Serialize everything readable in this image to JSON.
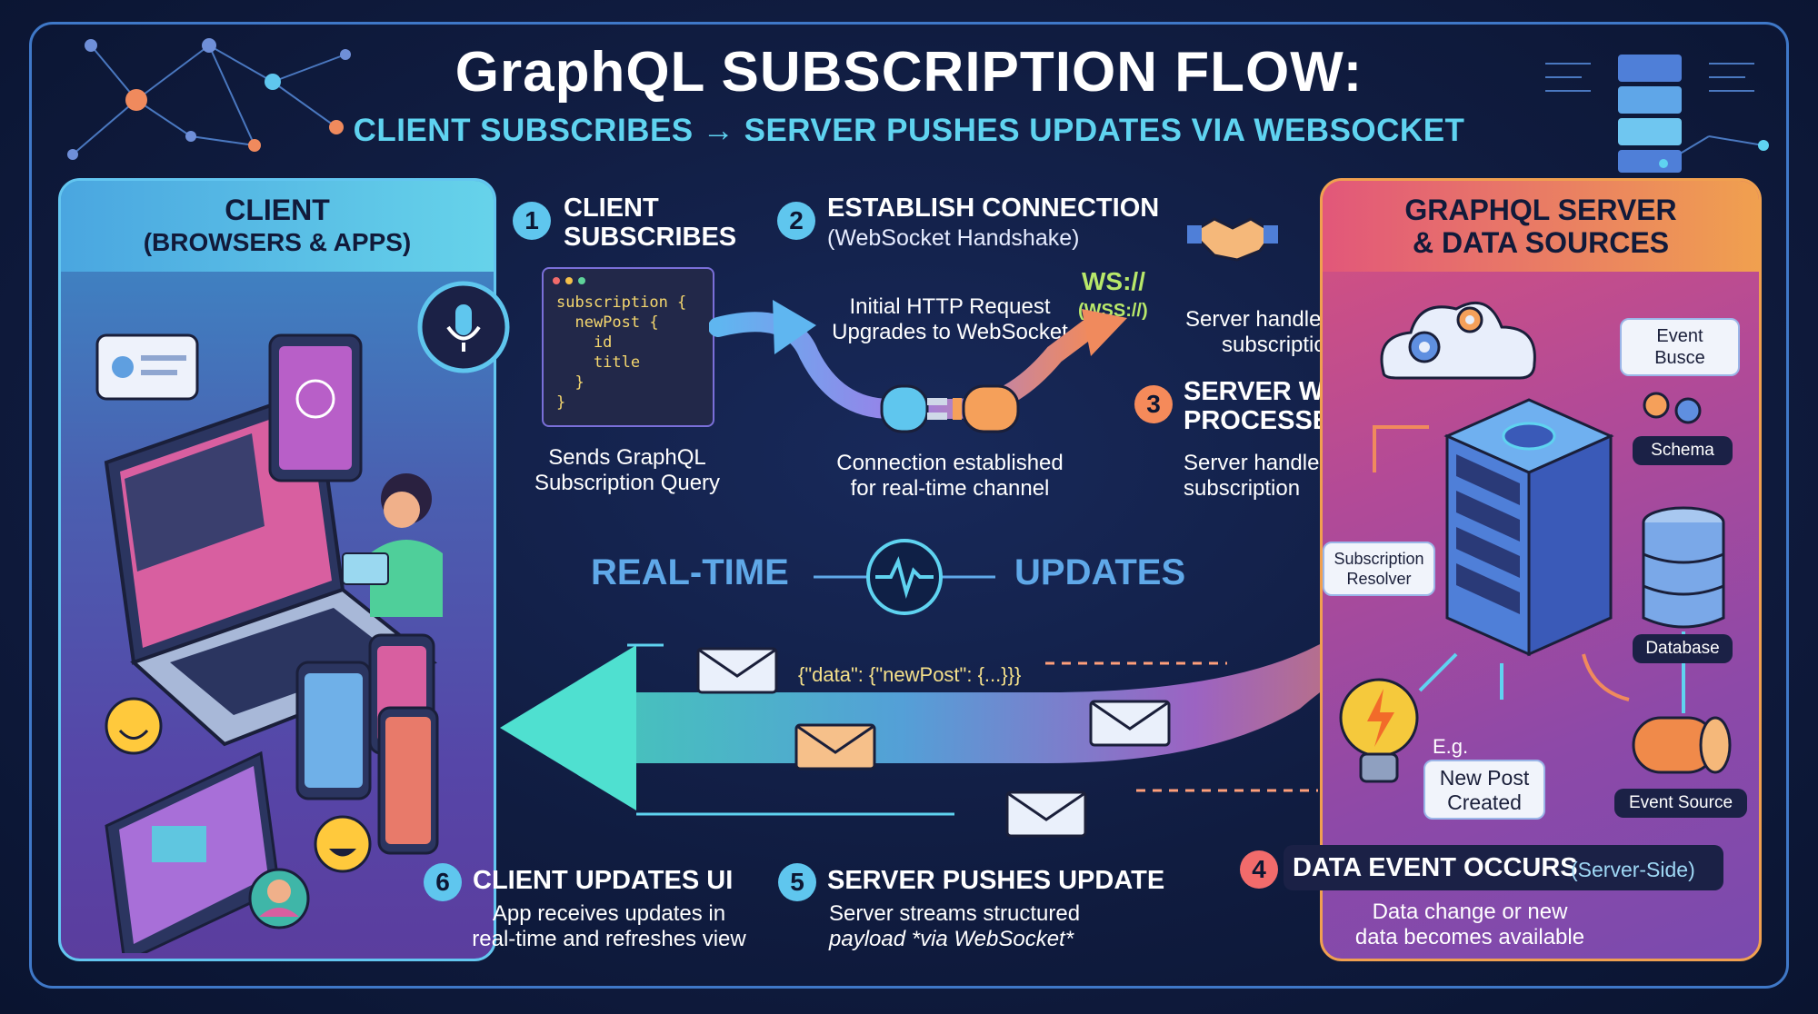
{
  "title": "GraphQL SUBSCRIPTION FLOW:",
  "subtitle": "CLIENT SUBSCRIBES → SERVER PUSHES UPDATES VIA WEBSOCKET",
  "client_panel": {
    "line1": "CLIENT",
    "line2": "(BROWSERS & APPS)"
  },
  "server_panel": {
    "line1": "GRAPHQL SERVER",
    "line2": "& DATA SOURCES"
  },
  "steps": {
    "s1": {
      "num": "1",
      "title1": "CLIENT",
      "title2": "SUBSCRIBES",
      "desc1": "Sends GraphQL",
      "desc2": "Subscription Query"
    },
    "s2": {
      "num": "2",
      "title": "ESTABLISH CONNECTION",
      "sub": "(WebSocket Handshake)",
      "http1": "Initial HTTP Request",
      "http2": "Upgrades to WebSocket",
      "ws1": "WS://",
      "ws2": "(WSS://)",
      "conn1": "Connection established",
      "conn2": "for real-time channel"
    },
    "s3": {
      "num": "3",
      "title1": "SERVER WAITS &",
      "title2": "PROCESSES EVENTS",
      "desc1": "Server handles",
      "desc2": "subscription",
      "top1": "Server handles",
      "top2": "subscription"
    },
    "s4": {
      "num": "4",
      "title": "DATA EVENT OCCURS",
      "tag": "(Server-Side)",
      "desc1": "Data change or new",
      "desc2": "data becomes available"
    },
    "s5": {
      "num": "5",
      "title": "SERVER PUSHES UPDATE",
      "desc1": "Server streams structured",
      "desc2": "payload *via WebSocket*"
    },
    "s6": {
      "num": "6",
      "title": "CLIENT UPDATES UI",
      "desc1": "App receives updates in",
      "desc2": "real-time and refreshes view"
    }
  },
  "code_lines": "subscription {\n  newPost {\n    id\n    title\n  }\n}",
  "realtime": {
    "left": "REAL-TIME",
    "right": "UPDATES"
  },
  "payload": "{\"data\": {\"newPost\": {...}}}",
  "server_parts": {
    "event_bus1": "Event",
    "event_bus2": "Busce",
    "schema": "Schema",
    "resolver1": "Subscription",
    "resolver2": "Resolver",
    "database": "Database",
    "event_source": "Event Source",
    "eg": "E.g.",
    "new_post1": "New Post",
    "new_post2": "Created"
  },
  "icons": [
    "microphone-icon",
    "handshake-icon",
    "plug-icon",
    "cloud-icon",
    "gear-icon",
    "server-rack-icon",
    "database-icon",
    "lightbulb-icon",
    "envelope-icon",
    "smile-emoji-icon",
    "avatar-icon",
    "pulse-icon"
  ],
  "colors": {
    "accent_cyan": "#5fd3f0",
    "background": "#0d1733",
    "client_panel": "#4a5fb0",
    "server_panel": "#b24a97",
    "step4_badge": "#f26b6b"
  }
}
